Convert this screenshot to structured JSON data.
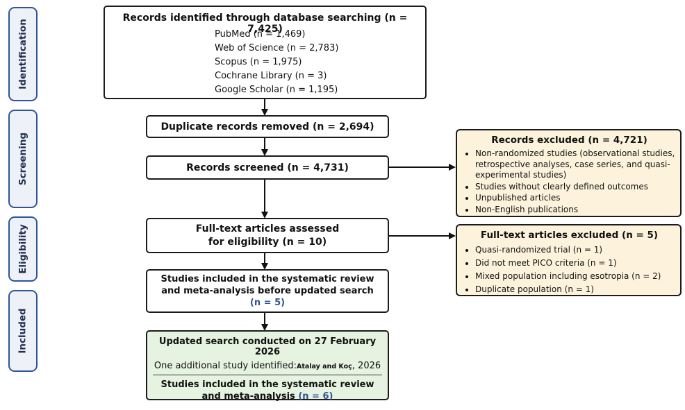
{
  "phases": {
    "identification": "Identification",
    "screening": "Screening",
    "eligibility": "Eligibility",
    "included": "Included"
  },
  "identified": {
    "title": "Records identified through database searching (n = 7,425)",
    "sources": [
      "PubMed (n = 1,469)",
      "Web of Science (n = 2,783)",
      "Scopus (n = 1,975)",
      "Cochrane Library (n = 3)",
      "Google Scholar (n = 1,195)"
    ]
  },
  "duplicates": "Duplicate records removed (n = 2,694)",
  "screened": "Records screened (n = 4,731)",
  "records_excluded": {
    "title": "Records excluded (n = 4,721)",
    "items": [
      "Non-randomized studies (observational studies, retrospective analyses, case series, and quasi-experimental studies)",
      "Studies without clearly defined outcomes",
      "Unpublished articles",
      "Non-English publications"
    ]
  },
  "fulltext": {
    "line1": "Full-text articles assessed",
    "line2": "for eligibility (n = 10)"
  },
  "fulltext_excluded": {
    "title": "Full-text articles excluded (n = 5)",
    "items": [
      "Quasi-randomized trial (n = 1)",
      "Did not meet PICO criteria (n = 1)",
      "Mixed population including esotropia (n = 2)",
      "Duplicate population (n = 1)"
    ]
  },
  "included_before": {
    "line1": "Studies included in the systematic review",
    "line2": "and meta-analysis before updated search",
    "n": "(n = 5)"
  },
  "updated": {
    "title": "Updated search conducted on 27 February 2026",
    "additional_prefix": "One additional study identified:",
    "additional_author": "Atalay and Koç",
    "additional_year": ", 2026",
    "final_line1": "Studies included in the systematic review",
    "final_line2": "and meta-analysis",
    "final_n": "(n = 6)"
  }
}
